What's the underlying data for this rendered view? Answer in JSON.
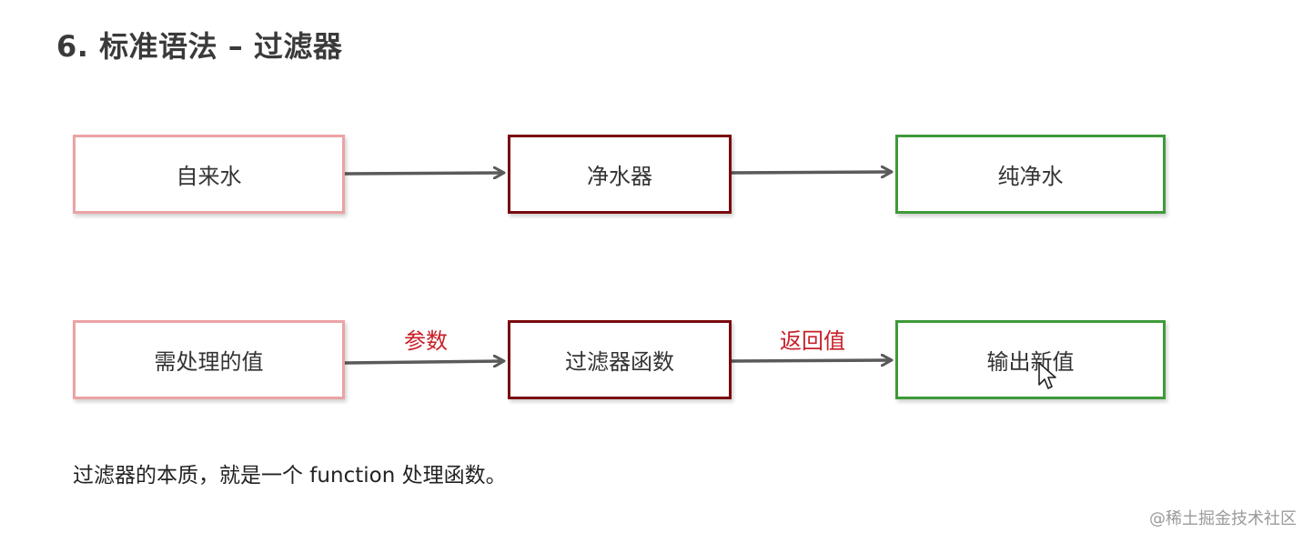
{
  "title": "6. 标准语法 – 过滤器",
  "row1": {
    "source": "自来水",
    "filter": "净水器",
    "output": "纯净水"
  },
  "row2": {
    "source": "需处理的值",
    "filter": "过滤器函数",
    "output": "输出新值",
    "param_label": "参数",
    "return_label": "返回值"
  },
  "note": "过滤器的本质，就是一个 function 处理函数。",
  "watermark": "@稀土掘金技术社区",
  "colors": {
    "source_border": "#eba3a5",
    "filter_border": "#7a0a0f",
    "output_border": "#3f9a3a",
    "edge_label": "#c8202a",
    "arrow": "#5a5a5a"
  },
  "icons": {
    "cursor": "hand-pointer-icon"
  }
}
